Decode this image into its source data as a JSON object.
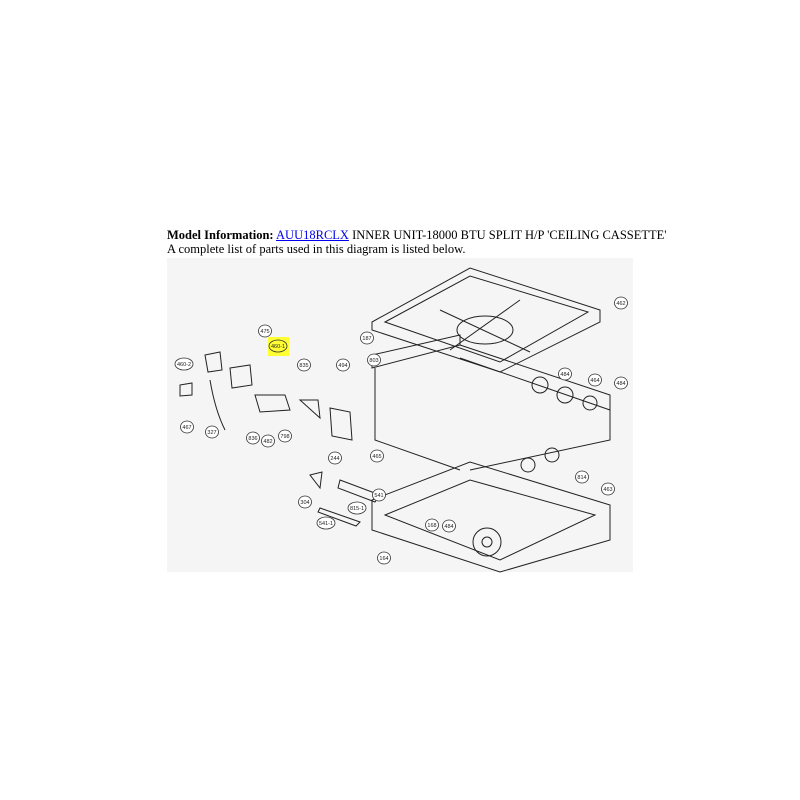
{
  "model_info": {
    "label": "Model Information:",
    "model_link": "AUU18RCLX",
    "description": "INNER UNIT-18000 BTU SPLIT H/P 'CEILING CASSETTE'",
    "subtitle": "A complete list of parts used in this diagram is listed below."
  },
  "diagram": {
    "highlighted_part": "460-1",
    "highlight_color": "#ffff33",
    "callouts": [
      "475",
      "460-1",
      "460-2",
      "835",
      "467",
      "327",
      "836",
      "482",
      "798",
      "494",
      "803",
      "187",
      "484",
      "464",
      "484",
      "462",
      "465",
      "814",
      "244",
      "304",
      "541",
      "815-1",
      "541-1",
      "168",
      "484",
      "164",
      "463"
    ]
  }
}
